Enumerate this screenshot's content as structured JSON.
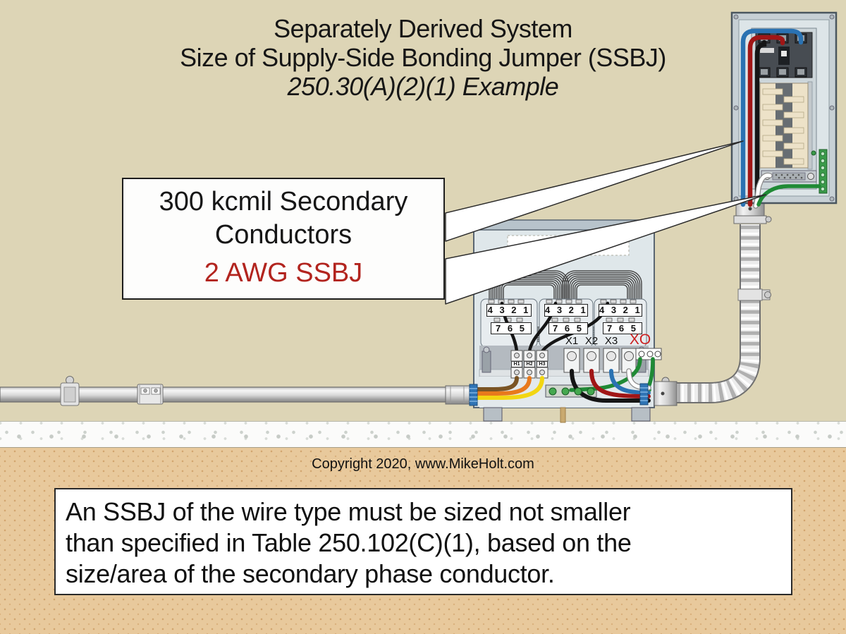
{
  "title": {
    "line1": "Separately Derived System",
    "line2": "Size of Supply-Side Bonding Jumper (SSBJ)",
    "line3": "250.30(A)(2)(1) Example"
  },
  "callout": {
    "line1": "300 kcmil Secondary",
    "line2": "Conductors",
    "line3": "2 AWG SSBJ"
  },
  "transformer": {
    "coil_blocks": [
      {
        "top": "4 3 2 1",
        "bottom": "7 6 5"
      },
      {
        "top": "4 3 2 1",
        "bottom": "7 6 5"
      },
      {
        "top": "4 3 2 1",
        "bottom": "7 6 5"
      }
    ],
    "primary_terminals": [
      {
        "label": "H1"
      },
      {
        "label": "H2"
      },
      {
        "label": "H3"
      }
    ],
    "secondary_terminals": [
      {
        "label": "X1"
      },
      {
        "label": "X2"
      },
      {
        "label": "X3"
      }
    ],
    "neutral_label": "XO"
  },
  "copyright": "Copyright 2020, www.MikeHolt.com",
  "footer": {
    "line1": "An SSBJ of the wire type must be sized not smaller",
    "line2": "than specified in Table 250.102(C)(1), based on the",
    "line3": "size/area of the secondary phase conductor."
  },
  "colors": {
    "background_tan": "#ddd5b6",
    "sand": "#e8c99c",
    "concrete": "#fbfbfa",
    "callout_accent_red": "#b2241e",
    "neutral_label_red": "#cc1f1f",
    "wire_black": "#151515",
    "wire_red": "#a01616",
    "wire_blue": "#2a72b2",
    "wire_green": "#1f8a35",
    "wire_white": "#ffffff",
    "wire_brown": "#7a5424",
    "wire_orange": "#e8791c",
    "wire_yellow": "#f2d613"
  }
}
